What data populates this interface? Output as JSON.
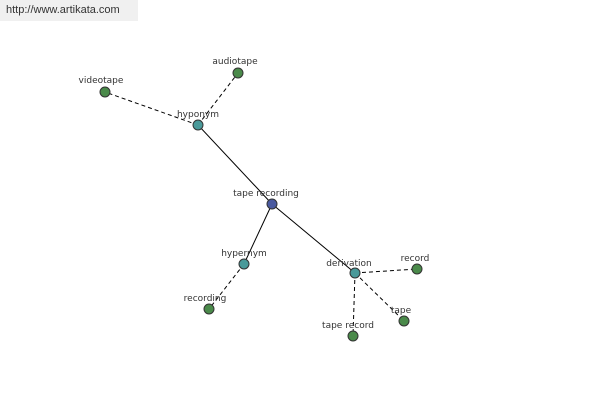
{
  "header": {
    "url": "http://www.artikata.com"
  },
  "graph": {
    "center": "tape recording",
    "relations": {
      "hyponym": "hyponym",
      "hypernym": "hypernym",
      "derivation": "derivation"
    },
    "terms": {
      "videotape": "videotape",
      "audiotape": "audiotape",
      "recording": "recording",
      "record": "record",
      "tape_record": "tape record",
      "tape": "tape"
    },
    "colors": {
      "center_node": "#4a5aa0",
      "relation_node": "#4a9a9a",
      "term_node": "#4a8a4a",
      "solid_edge": "#000000",
      "dashed_edge": "#000000"
    }
  }
}
